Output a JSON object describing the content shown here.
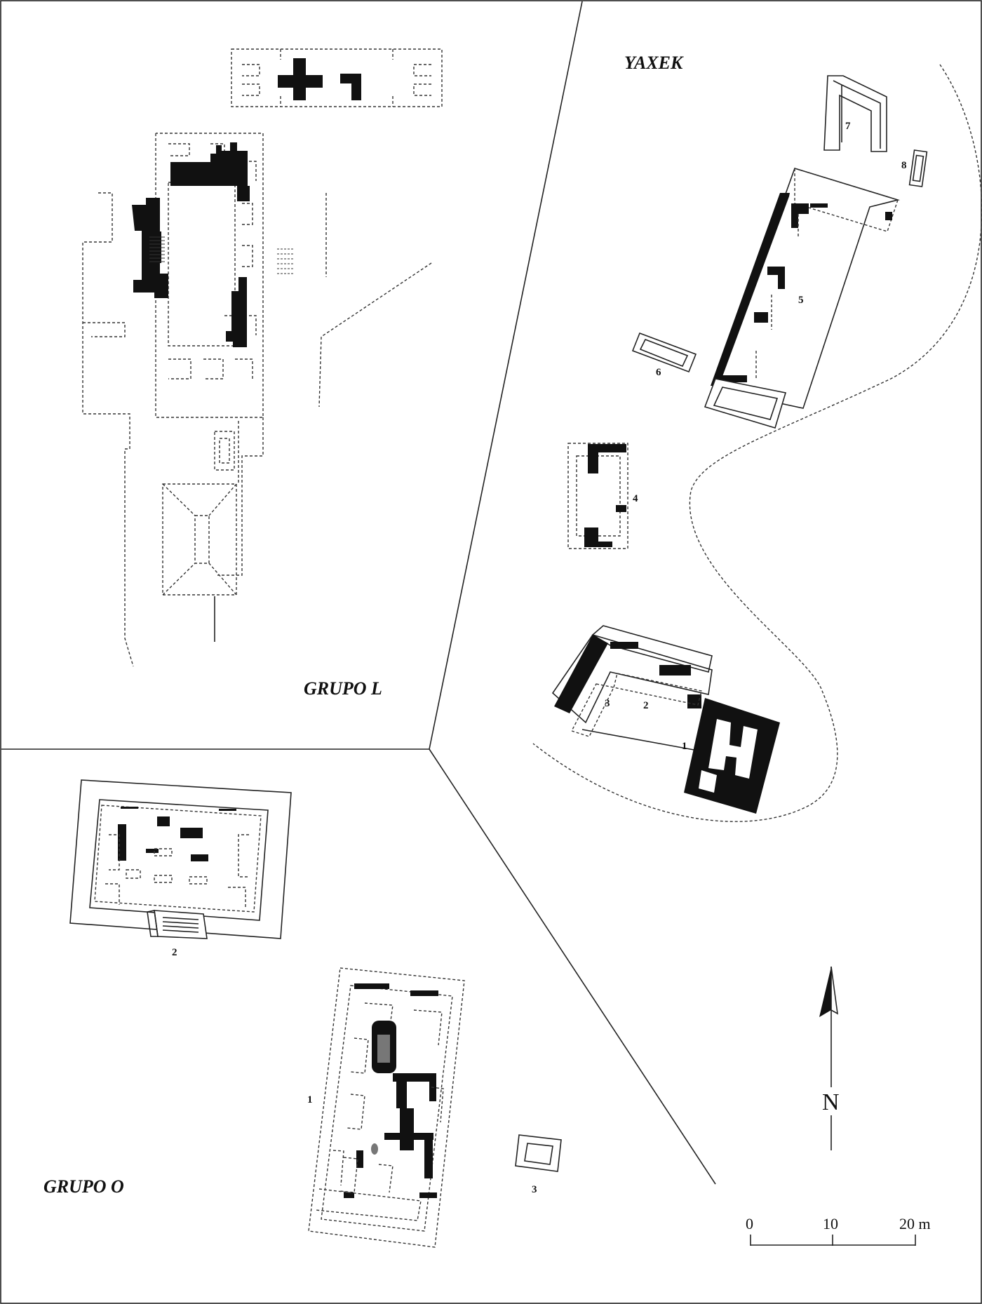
{
  "groups": {
    "grupo_l": "GRUPO L",
    "yaxek": "YAXEK",
    "grupo_o": "GRUPO O"
  },
  "yaxek_structures": [
    "1",
    "2",
    "3",
    "4",
    "5",
    "6",
    "7",
    "8"
  ],
  "grupo_o_structures": [
    "1",
    "2",
    "3"
  ],
  "north_arrow": {
    "label": "N"
  },
  "scale_bar": {
    "ticks": [
      "0",
      "10",
      "20 m"
    ]
  }
}
